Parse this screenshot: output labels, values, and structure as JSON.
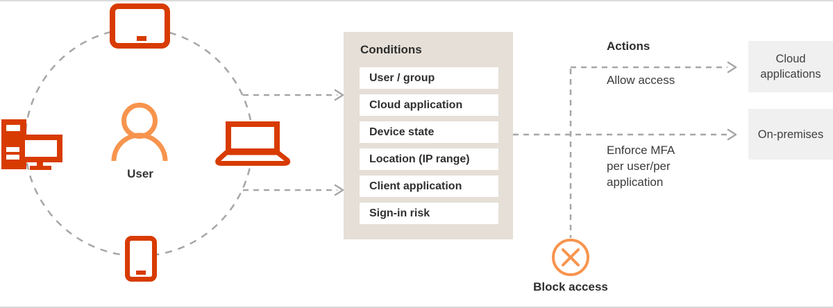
{
  "user_hub": {
    "label": "User"
  },
  "conditions": {
    "title": "Conditions",
    "items": [
      "User / group",
      "Cloud application",
      "Device state",
      "Location (IP range)",
      "Client application",
      "Sign-in risk"
    ]
  },
  "actions": {
    "title": "Actions",
    "allow_label": "Allow access",
    "enforce_lines": [
      "Enforce MFA",
      "per user/per",
      "application"
    ],
    "block_label": "Block access"
  },
  "targets": {
    "cloud_applications": "Cloud applications",
    "on_premises": "On-premises"
  },
  "icons": {
    "tablet": "tablet-icon",
    "desktop": "desktop-icon",
    "laptop": "laptop-icon",
    "phone": "phone-icon",
    "user": "user-icon",
    "block": "block-access-icon"
  },
  "colors": {
    "device_orange": "#D83B01",
    "accent_orange": "#F7944E",
    "connector_gray": "#A6A6A6",
    "conditions_bg": "#E5DFD7",
    "rows_bg": "#FFFFFF",
    "target_bg": "#F0F0F0",
    "text_dark": "#333333"
  }
}
